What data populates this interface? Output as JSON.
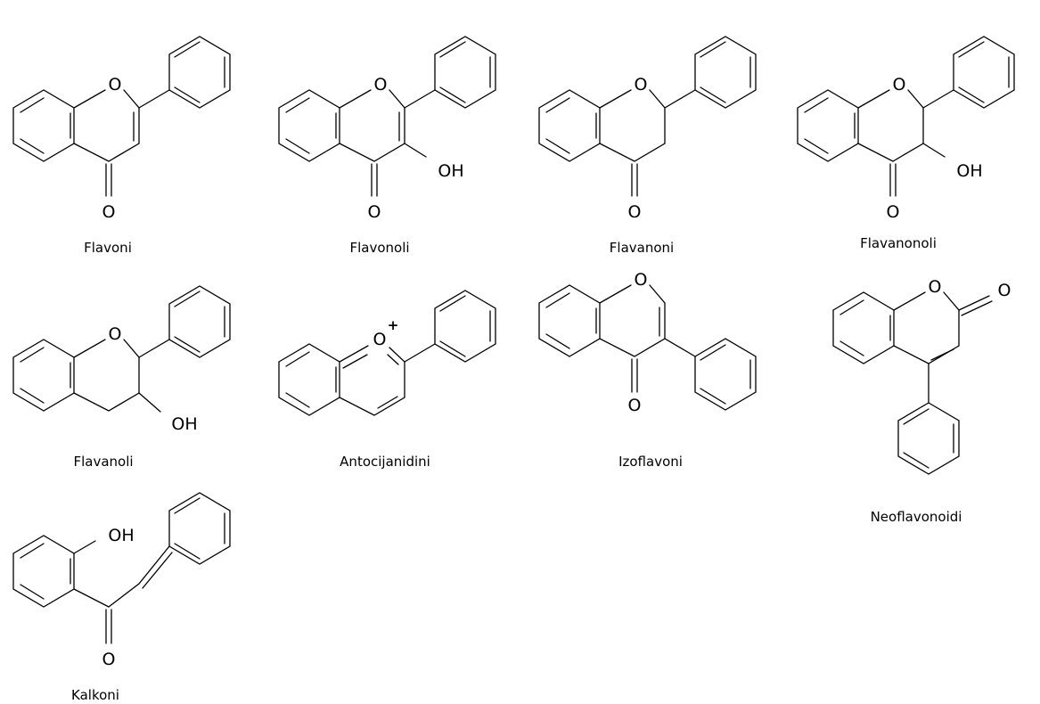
{
  "atoms": {
    "oxygen": "O",
    "hydroxyl": "OH",
    "charge": "+"
  },
  "compounds": [
    {
      "id": "flavoni",
      "name": "Flavoni"
    },
    {
      "id": "flavonoli",
      "name": "Flavonoli"
    },
    {
      "id": "flavanoni",
      "name": "Flavanoni"
    },
    {
      "id": "flavanonoli",
      "name": "Flavanonoli"
    },
    {
      "id": "flavanoli",
      "name": "Flavanoli"
    },
    {
      "id": "antocijanidini",
      "name": "Antocijanidini"
    },
    {
      "id": "izoflavoni",
      "name": "Izoflavoni"
    },
    {
      "id": "neoflavonoidi",
      "name": "Neoflavonoidi"
    },
    {
      "id": "kalkoni",
      "name": "Kalkoni"
    }
  ]
}
